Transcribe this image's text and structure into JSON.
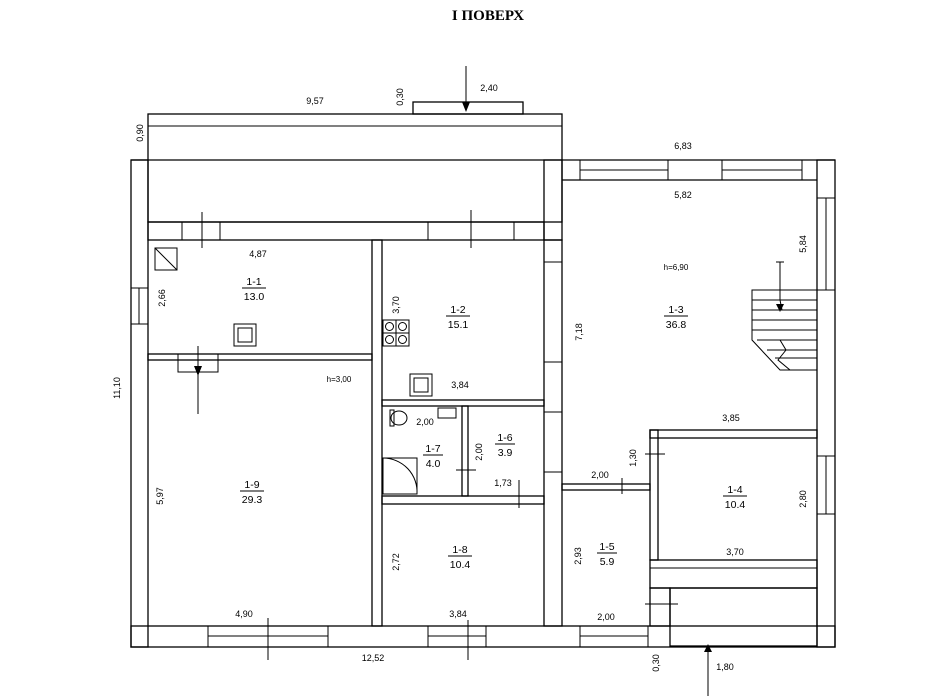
{
  "title": "І ПОВЕРХ",
  "rooms": [
    {
      "id": "1-1",
      "area": "13.0"
    },
    {
      "id": "1-2",
      "area": "15.1"
    },
    {
      "id": "1-3",
      "area": "36.8"
    },
    {
      "id": "1-4",
      "area": "10.4"
    },
    {
      "id": "1-5",
      "area": "5.9"
    },
    {
      "id": "1-6",
      "area": "3.9"
    },
    {
      "id": "1-7",
      "area": "4.0"
    },
    {
      "id": "1-8",
      "area": "10.4"
    },
    {
      "id": "1-9",
      "area": "29.3"
    }
  ],
  "heights": {
    "h1": "h=3,00",
    "h2": "h=6,90"
  },
  "dimensions": {
    "top_terrace_width": "9,57",
    "terrace_depth": "0,90",
    "porch_offset": "0,30",
    "porch_width": "2,40",
    "right_wing_width": "6,83",
    "room_1_3_width": "5,82",
    "room_1_3_depth": "5,84",
    "room_1_3_side": "7,18",
    "room_1_1_width": "4,87",
    "room_1_1_depth": "2,66",
    "room_1_2_depth": "3,70",
    "room_1_2_width": "3,84",
    "total_depth": "11,10",
    "room_1_7_width": "2,00",
    "room_1_7_depth": "2,00",
    "room_1_6_width": "1,73",
    "room_1_4_width": "3,85",
    "room_1_4_depth": "2,80",
    "room_1_4_inner": "3,70",
    "corridor_width": "2,00",
    "corridor_depth": "1,30",
    "room_1_9_depth": "5,97",
    "room_1_9_width": "4,90",
    "room_1_8_depth": "2,72",
    "room_1_8_width": "3,84",
    "room_1_5_depth": "2,93",
    "room_1_5_width": "2,00",
    "total_width": "12,52",
    "entry_offset": "0,30",
    "entry_width": "1,80"
  },
  "icons": [
    "chimney-icon",
    "sink-icon",
    "stove-icon",
    "toilet-icon",
    "shower-icon",
    "staircase-icon"
  ]
}
